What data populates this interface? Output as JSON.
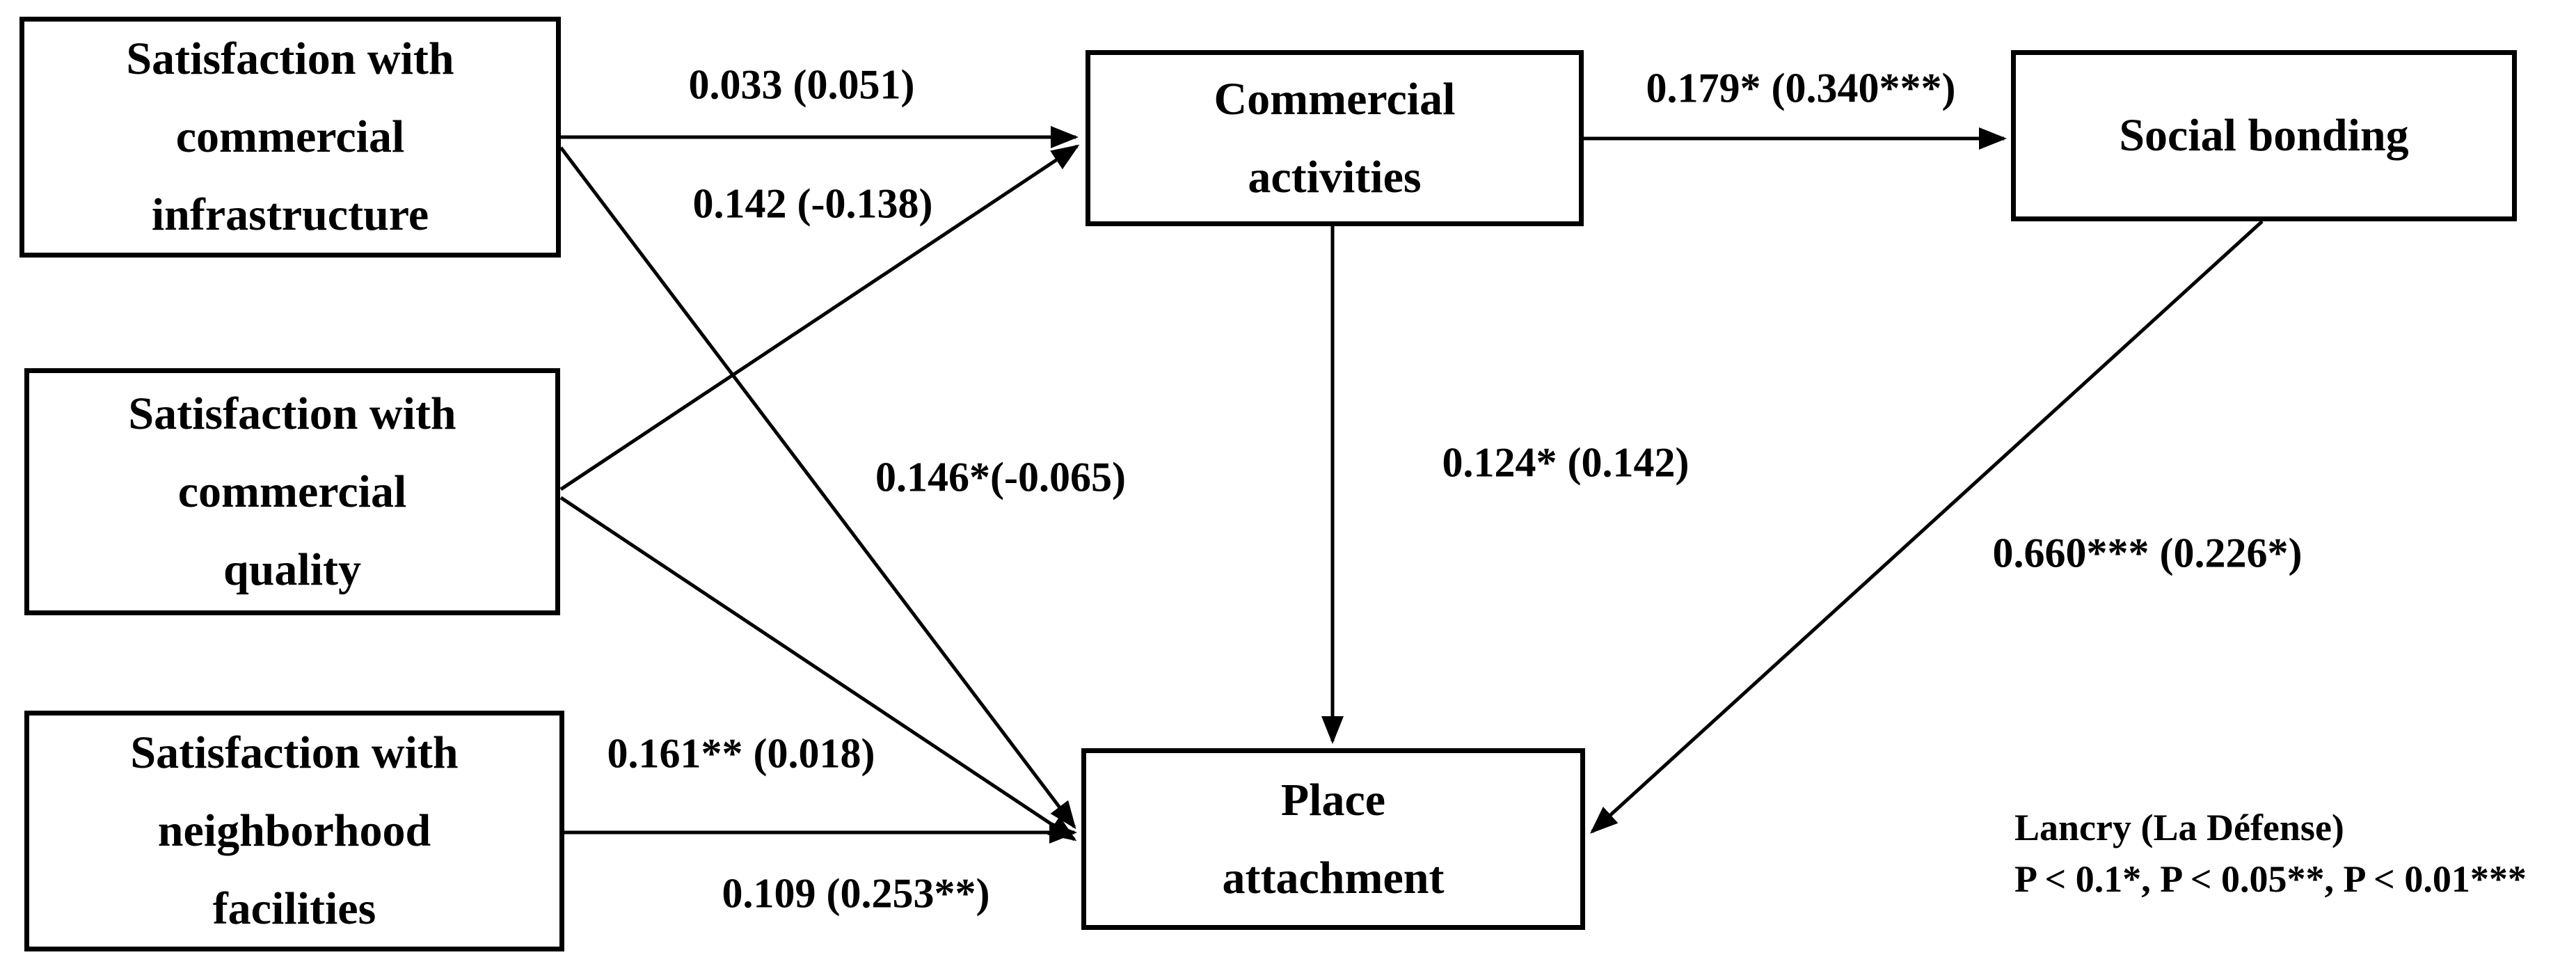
{
  "diagram": {
    "type": "structural-path-model",
    "background_color": "#ffffff",
    "line_color": "#000000",
    "text_color": "#000000",
    "nodes": [
      {
        "id": "satisfaction-commercial-infrastructure",
        "label": "Satisfaction with\ncommercial\ninfrastructure"
      },
      {
        "id": "satisfaction-commercial-quality",
        "label": "Satisfaction with\ncommercial\nquality"
      },
      {
        "id": "satisfaction-neighborhood-facilities",
        "label": "Satisfaction with\nneighborhood\nfacilities"
      },
      {
        "id": "commercial-activities",
        "label": "Commercial\nactivities"
      },
      {
        "id": "social-bonding",
        "label": "Social bonding"
      },
      {
        "id": "place-attachment",
        "label": "Place\nattachment"
      }
    ],
    "edges": [
      {
        "from": "satisfaction-commercial-infrastructure",
        "to": "commercial-activities",
        "label": "0.033 (0.051)"
      },
      {
        "from": "satisfaction-commercial-quality",
        "to": "commercial-activities",
        "label": "0.142 (-0.138)"
      },
      {
        "from": "satisfaction-commercial-infrastructure",
        "to": "place-attachment",
        "label": "0.146*(-0.065)"
      },
      {
        "from": "satisfaction-commercial-quality",
        "to": "place-attachment",
        "label": "0.161** (0.018)"
      },
      {
        "from": "satisfaction-neighborhood-facilities",
        "to": "place-attachment",
        "label": "0.109 (0.253**)"
      },
      {
        "from": "commercial-activities",
        "to": "social-bonding",
        "label": "0.179* (0.340***)"
      },
      {
        "from": "commercial-activities",
        "to": "place-attachment",
        "label": "0.124* (0.142)"
      },
      {
        "from": "social-bonding",
        "to": "place-attachment",
        "label": "0.660*** (0.226*)"
      }
    ],
    "note": {
      "title": "Lancry (La Défense)",
      "legend": "P < 0.1*, P < 0.05**, P < 0.01***"
    }
  }
}
